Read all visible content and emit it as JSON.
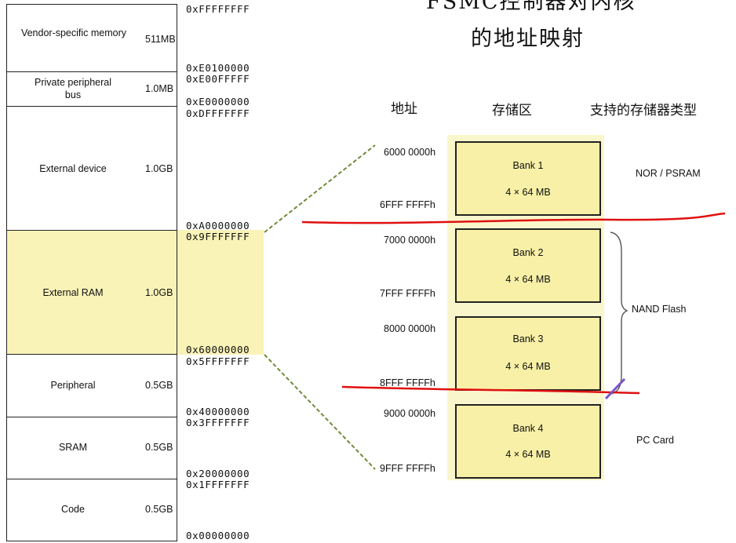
{
  "title": {
    "line1": "FSMC控制器对内核",
    "line2": "的地址映射"
  },
  "memory_map": {
    "regions": [
      {
        "name": "Vendor-specific memory",
        "size": "511MB"
      },
      {
        "name": "Private peripheral bus",
        "size": "1.0MB"
      },
      {
        "name": "External device",
        "size": "1.0GB"
      },
      {
        "name": "External RAM",
        "size": "1.0GB"
      },
      {
        "name": "Peripheral",
        "size": "0.5GB"
      },
      {
        "name": "SRAM",
        "size": "0.5GB"
      },
      {
        "name": "Code",
        "size": "0.5GB"
      }
    ],
    "addresses": [
      "0xFFFFFFFF",
      "0xE0100000",
      "0xE00FFFFF",
      "0xE0000000",
      "0xDFFFFFFF",
      "0xA0000000",
      "0x9FFFFFFF",
      "0x60000000",
      "0x5FFFFFFF",
      "0x40000000",
      "0x3FFFFFFF",
      "0x20000000",
      "0x1FFFFFFF",
      "0x00000000"
    ],
    "highlight_color": "#f7f0a6"
  },
  "headers": {
    "address": "地址",
    "region": "存储区",
    "memory_types": "支持的存储器类型"
  },
  "banks": [
    {
      "name": "Bank 1",
      "size": "4 × 64 MB",
      "start": "6000 0000h",
      "end": "6FFF FFFFh"
    },
    {
      "name": "Bank 2",
      "size": "4 × 64 MB",
      "start": "7000 0000h",
      "end": "7FFF FFFFh"
    },
    {
      "name": "Bank 3",
      "size": "4 × 64 MB",
      "start": "8000 0000h",
      "end": "8FFF FFFFh"
    },
    {
      "name": "Bank 4",
      "size": "4 × 64 MB",
      "start": "9000 0000h",
      "end": "9FFF FFFFh"
    }
  ],
  "memory_types": [
    "NOR / PSRAM",
    "NAND Flash",
    "PC Card"
  ],
  "annotation_color": "#e01010"
}
